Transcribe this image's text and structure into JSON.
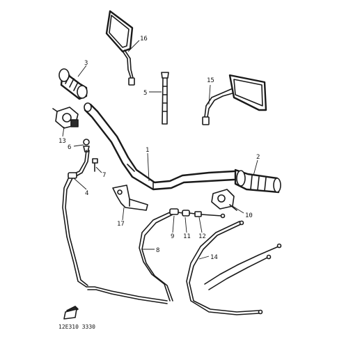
{
  "callouts": {
    "c1": "1",
    "c2": "2",
    "c3": "3",
    "c4": "4",
    "c5": "5",
    "c6": "6",
    "c7": "7",
    "c8": "8",
    "c9": "9",
    "c10": "10",
    "c11": "11",
    "c12": "12",
    "c13": "13",
    "c14": "14",
    "c15": "15",
    "c16": "16",
    "c17": "17"
  },
  "diagram_code": "12E310 3330"
}
